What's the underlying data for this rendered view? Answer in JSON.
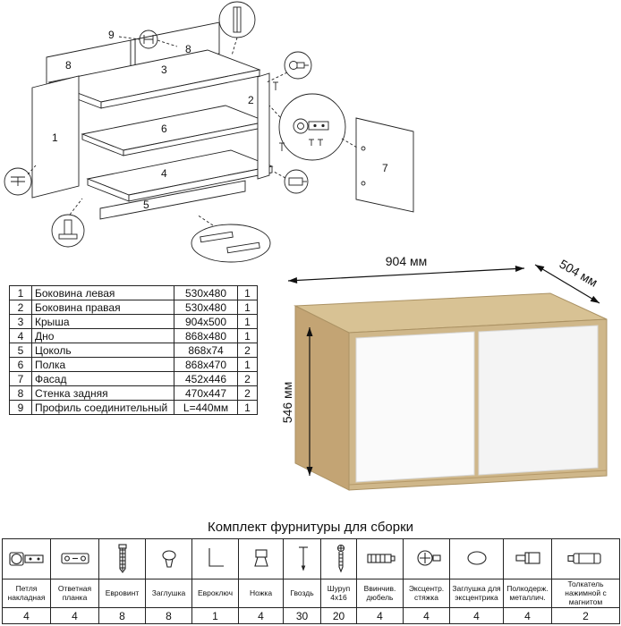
{
  "exploded": {
    "labels": [
      "1",
      "2",
      "3",
      "4",
      "5",
      "6",
      "7",
      "8",
      "8",
      "9"
    ]
  },
  "parts_table": {
    "rows": [
      {
        "num": "1",
        "name": "Боковина левая",
        "size": "530x480",
        "qty": "1"
      },
      {
        "num": "2",
        "name": "Боковина правая",
        "size": "530x480",
        "qty": "1"
      },
      {
        "num": "3",
        "name": "Крыша",
        "size": "904x500",
        "qty": "1"
      },
      {
        "num": "4",
        "name": "Дно",
        "size": "868x480",
        "qty": "1"
      },
      {
        "num": "5",
        "name": "Цоколь",
        "size": "868x74",
        "qty": "2"
      },
      {
        "num": "6",
        "name": "Полка",
        "size": "868x470",
        "qty": "1"
      },
      {
        "num": "7",
        "name": "Фасад",
        "size": "452x446",
        "qty": "2"
      },
      {
        "num": "8",
        "name": "Стенка задняя",
        "size": "470x447",
        "qty": "2"
      },
      {
        "num": "9",
        "name": "Профиль соединительный",
        "size": "L=440мм",
        "qty": "1"
      }
    ]
  },
  "dimensions": {
    "width": "904 мм",
    "depth": "504 мм",
    "height": "546 мм"
  },
  "colors": {
    "wood_top": "#d8c294",
    "wood_side": "#c3a474",
    "wood_front": "#cfb78a",
    "door_white": "#fafafa"
  },
  "hardware": {
    "title": "Комплект фурнитуры для сборки",
    "items": [
      {
        "name": "Петля накладная",
        "qty": "4",
        "icon": "hinge-icon"
      },
      {
        "name": "Ответная планка",
        "qty": "4",
        "icon": "mounting-plate-icon"
      },
      {
        "name": "Евровинт",
        "qty": "8",
        "icon": "confirmat-screw-icon"
      },
      {
        "name": "Заглушка",
        "qty": "8",
        "icon": "cap-icon"
      },
      {
        "name": "Евроключ",
        "qty": "1",
        "icon": "hex-key-icon"
      },
      {
        "name": "Ножка",
        "qty": "4",
        "icon": "leg-icon"
      },
      {
        "name": "Гвоздь",
        "qty": "30",
        "icon": "nail-icon"
      },
      {
        "name": "Шуруп 4x16",
        "qty": "20",
        "icon": "screw-icon"
      },
      {
        "name": "Ввинчив. дюбель",
        "qty": "4",
        "icon": "dowel-icon"
      },
      {
        "name": "Эксцентр. стяжка",
        "qty": "4",
        "icon": "cam-lock-icon"
      },
      {
        "name": "Заглушка для эксцентрика",
        "qty": "4",
        "icon": "cam-cap-icon"
      },
      {
        "name": "Полкодерж. металлич.",
        "qty": "4",
        "icon": "shelf-pin-icon"
      },
      {
        "name": "Толкатель нажимной с магнитом",
        "qty": "2",
        "icon": "push-opener-icon"
      }
    ]
  }
}
